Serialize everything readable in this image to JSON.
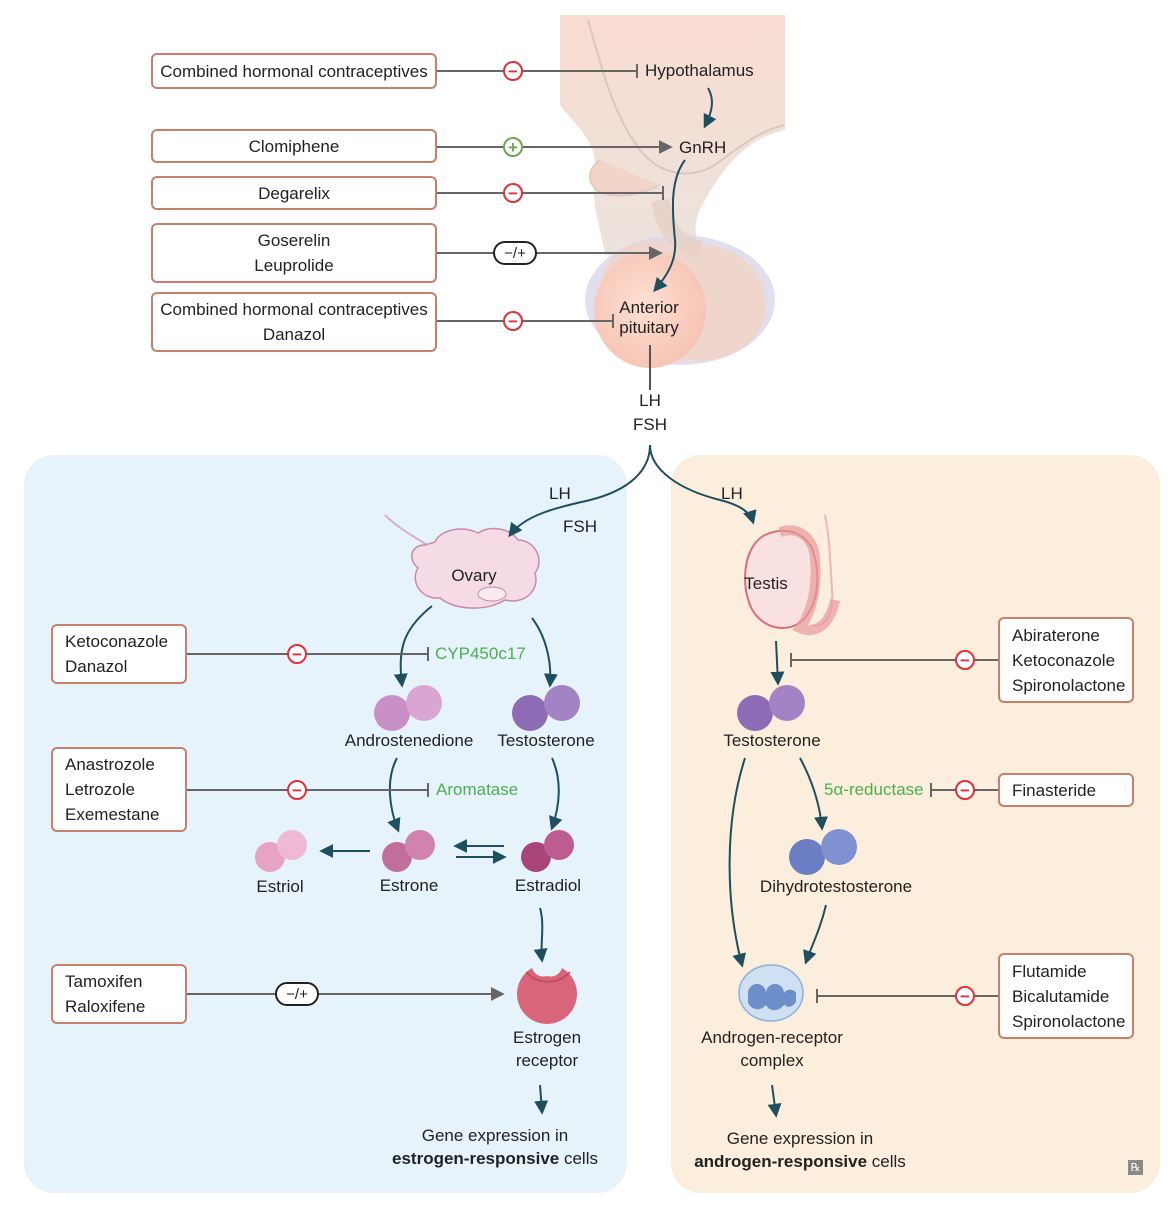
{
  "top": {
    "hypothalamus": "Hypothalamus",
    "gnrh": "GnRH",
    "anterior_pituitary": [
      "Anterior",
      "pituitary"
    ],
    "lh": "LH",
    "fsh": "FSH"
  },
  "drugs_top": [
    {
      "lines": [
        "Combined hormonal contraceptives"
      ],
      "effect": "−"
    },
    {
      "lines": [
        "Clomiphene"
      ],
      "effect": "+"
    },
    {
      "lines": [
        "Degarelix"
      ],
      "effect": "−"
    },
    {
      "lines": [
        "Goserelin",
        "Leuprolide"
      ],
      "effect": "−/+"
    },
    {
      "lines": [
        "Combined hormonal contraceptives",
        "Danazol"
      ],
      "effect": "−"
    }
  ],
  "estrogen_panel": {
    "lh": "LH",
    "fsh": "FSH",
    "ovary": "Ovary",
    "cyp": "CYP450c17",
    "androstenedione": "Androstenedione",
    "testosterone": "Testosterone",
    "aromatase": "Aromatase",
    "estriol": "Estriol",
    "estrone": "Estrone",
    "estradiol": "Estradiol",
    "receptor": [
      "Estrogen",
      "receptor"
    ],
    "gene_line1": "Gene expression in",
    "gene_bold": "estrogen-responsive",
    "gene_tail": " cells",
    "drugs": [
      {
        "lines": [
          "Ketoconazole",
          "Danazol"
        ],
        "effect": "−"
      },
      {
        "lines": [
          "Anastrozole",
          "Letrozole",
          "Exemestane"
        ],
        "effect": "−"
      },
      {
        "lines": [
          "Tamoxifen",
          "Raloxifene"
        ],
        "effect": "−/+"
      }
    ]
  },
  "androgen_panel": {
    "lh": "LH",
    "testis": "Testis",
    "testosterone": "Testosterone",
    "reductase": "5α-reductase",
    "dht": "Dihydrotestosterone",
    "complex": [
      "Androgen-receptor",
      "complex"
    ],
    "gene_line1": "Gene expression in",
    "gene_bold": "androgen-responsive",
    "gene_tail": " cells",
    "drugs": [
      {
        "lines": [
          "Abiraterone",
          "Ketoconazole",
          "Spironolactone"
        ],
        "effect": "−"
      },
      {
        "lines": [
          "Finasteride"
        ],
        "effect": "−"
      },
      {
        "lines": [
          "Flutamide",
          "Bicalutamide",
          "Spironolactone"
        ],
        "effect": "−"
      }
    ]
  },
  "colors": {
    "arrow": "#1f4e5f",
    "inhibit": "#666666",
    "minus": "#e0303a",
    "plus": "#6aa84f",
    "enzyme": "#4caf50"
  },
  "icons": {
    "brand": "rx-icon"
  }
}
